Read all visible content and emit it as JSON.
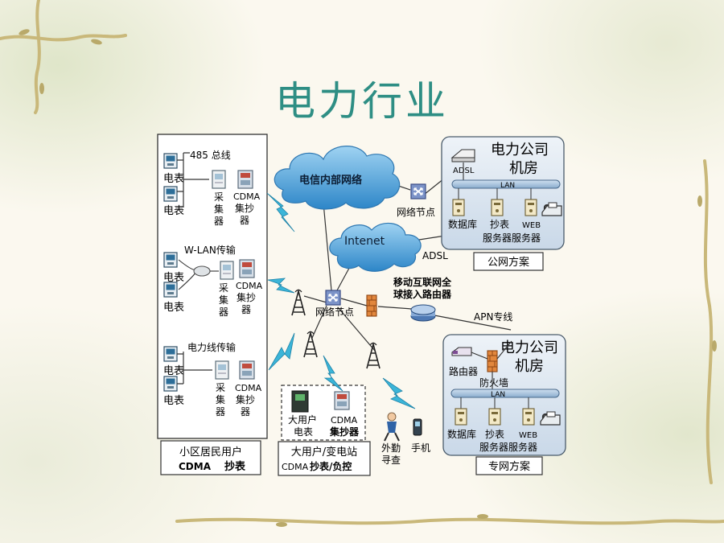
{
  "slide": {
    "title": "电力行业"
  },
  "left_panel": {
    "section_485": {
      "bus_label": "485 总线",
      "meter_1": "电表",
      "meter_2": "电表",
      "collector": [
        "采",
        "集",
        "器"
      ],
      "cdma_1": "CDMA",
      "cdma_2": "集抄",
      "cdma_3": "器"
    },
    "section_wlan": {
      "bus_label": "W-LAN传输",
      "meter_1": "电表",
      "meter_2": "电表",
      "collector": [
        "采",
        "集",
        "器"
      ],
      "cdma_1": "CDMA",
      "cdma_2": "集抄",
      "cdma_3": "器"
    },
    "section_plc": {
      "bus_label": "电力线传输",
      "meter_1": "电表",
      "meter_2": "电表",
      "collector": [
        "采",
        "集",
        "器"
      ],
      "cdma_1": "CDMA",
      "cdma_2": "集抄",
      "cdma_3": "器"
    },
    "caption_line1": "小区居民用户",
    "caption_line2_a": "CDMA",
    "caption_line2_b": "抄表"
  },
  "middle_panel": {
    "big_user_meter_1": "大用户",
    "big_user_meter_2": "电表",
    "cdma_collector_1": "CDMA",
    "cdma_collector_2": "集抄器",
    "caption_line1": "大用户/变电站",
    "caption_line2_a": "CDMA",
    "caption_line2_b": "抄表/负控"
  },
  "network": {
    "telecom_cloud": "电信内部网络",
    "internet_cloud": "Intenet",
    "node_top": "网络节点",
    "node_center": "网络节点",
    "adsl_link": "ADSL",
    "router_label_1": "移动互联网全",
    "router_label_2": "球接入路由器",
    "apn_link": "APN专线",
    "field_check_1": "外勤",
    "field_check_2": "寻查",
    "phone": "手机"
  },
  "public_room": {
    "title_1": "电力公司",
    "title_2": "机房",
    "adsl": "ADSL",
    "lan": "LAN",
    "database": "数据库",
    "reading_1": "抄表",
    "web": "WEB",
    "server_row": "服务器服务器",
    "caption": "公网方案"
  },
  "private_room": {
    "title_1": "电力公司",
    "title_2": "机房",
    "router": "路由器",
    "firewall": "防火墙",
    "lan": "LAN",
    "database": "数据库",
    "reading_1": "抄表",
    "web": "WEB",
    "server_row": "服务器服务器",
    "caption": "专网方案"
  },
  "colors": {
    "title": "#2e8e84",
    "cloud": "#3f97d2",
    "lightning": "#3bb5d8",
    "panel_fill": "#dbe6f1",
    "lan_bar": "#9fbcd8"
  }
}
